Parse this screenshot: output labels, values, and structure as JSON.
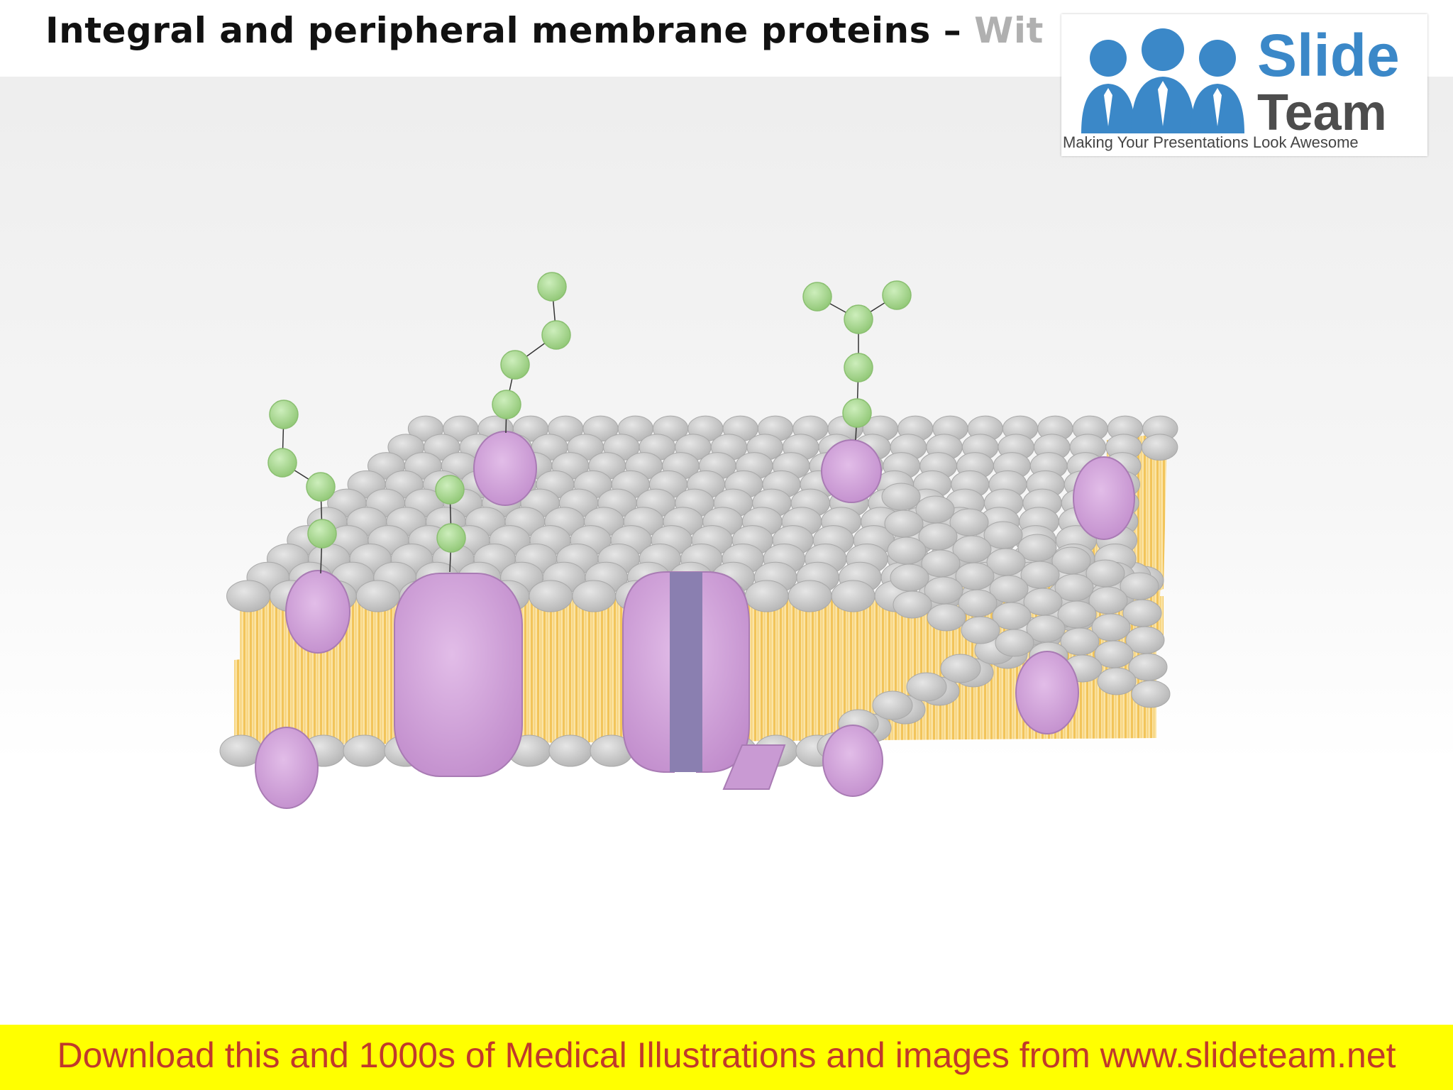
{
  "title": {
    "main": "Integral and peripheral membrane proteins – ",
    "subtitle": "Wit"
  },
  "logo": {
    "word1": "Slide",
    "word2": "Team",
    "tagline": "Making Your Presentations Look Awesome"
  },
  "footer": {
    "text": "Download this and 1000s of Medical Illustrations and images from www.slideteam.net"
  },
  "colors": {
    "protein": "#d4a3dc",
    "protein_dark": "#b486bf",
    "lipid_head": "#c8c8c8",
    "lipid_tail": "#f5c85a",
    "carbohydrate": "#a8d890",
    "channel": "#8a7fb0",
    "footer_bg": "#ffff00",
    "footer_text": "#c0392b",
    "logo_blue": "#3b88c8"
  },
  "icons": [
    "people-logo-icon"
  ]
}
